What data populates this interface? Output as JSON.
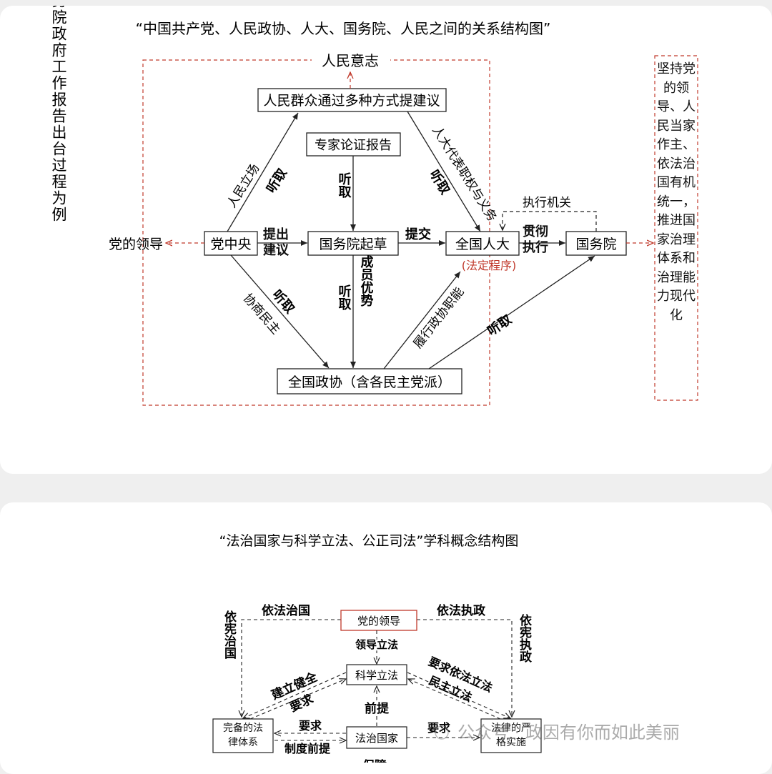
{
  "diagram1": {
    "title": "“中国共产党、人民政协、人大、国务院、人民之间的关系结构图”",
    "side_label": "以国务院政府工作报告出台过程为例",
    "nodes": {
      "people_will": "人民意志",
      "public_suggestions": "人民群众通过多种方式提建议",
      "expert_report": "专家论证报告",
      "party_leadership": "党的领导",
      "central_committee": "党中央",
      "state_council_draft": "国务院起草",
      "npc": "全国人大",
      "state_council": "国务院",
      "cppcc": "全国政协（含各民主党派）"
    },
    "labels": {
      "people_position": "人民立场",
      "listen_1": "听取",
      "listen_2": "听取",
      "listen_3": "听取",
      "listen_4": "听取",
      "listen_5": "听取",
      "listen_6": "听取",
      "npc_duties": "人大代表职权与义务",
      "propose_suggestions": "提出建议",
      "submit": "提交",
      "implement": "贯彻执行",
      "executive_organ": "执行机关",
      "legal_procedure": "(法定程序)",
      "consultative_democracy": "协商民主",
      "member_advantage": "成员优势",
      "perform_cppcc_function": "履行政协职能"
    },
    "right_box": "坚持党的领导、人民当家作主、依法治国有机统一，推进国家治理体系和治理能力现代化"
  },
  "diagram2": {
    "title": "“法治国家与科学立法、公正司法”学科概念结构图",
    "nodes": {
      "party_leadership": "党的领导",
      "scientific_legislation": "科学立法",
      "rule_of_law_state": "法治国家",
      "complete_legal_system": "完备的法律体系",
      "strict_implementation": "法律的严格实施"
    },
    "labels": {
      "govern_by_law": "依法治国",
      "govern_by_law_rule": "依法执政",
      "constitution_govern_left": "依宪治国",
      "constitution_govern_right": "依宪执政",
      "lead_legislation": "领导立法",
      "establish_sound": "建立健全",
      "require_1": "要求",
      "require_2": "要求",
      "require_3": "要求",
      "institutional_premise": "制度前提",
      "premise": "前提",
      "require_law_democratic": "要求依法立法民主立法",
      "guarantee": "保障"
    }
  },
  "watermark": "公众号 · 政因有你而如此美丽",
  "colors": {
    "red_dashed": "#c0392b",
    "line": "#222222"
  }
}
